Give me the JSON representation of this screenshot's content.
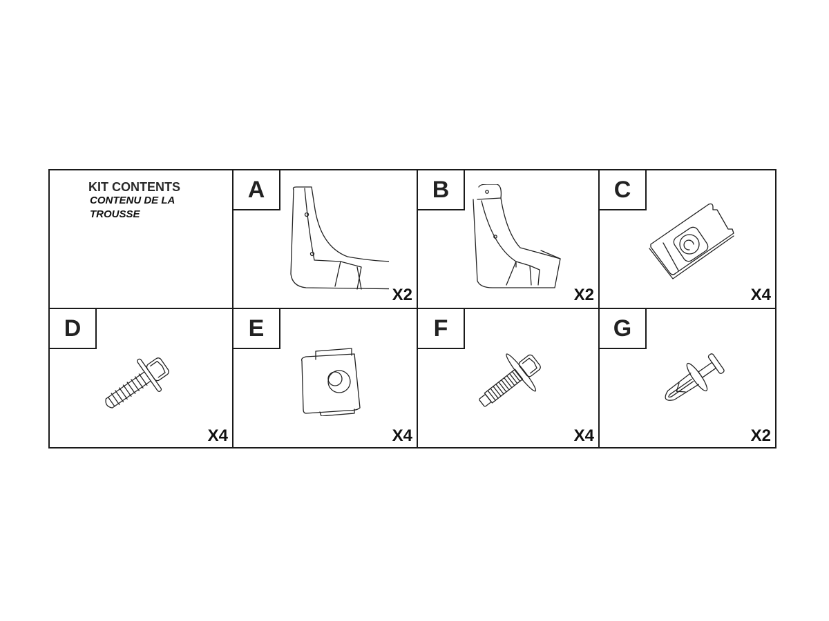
{
  "header": {
    "title": "KIT CONTENTS",
    "subtitle": "CONTENU DE LA TROUSSE"
  },
  "items": [
    {
      "letter": "A",
      "icon": "mud-flap-left-icon",
      "quantity": "X2"
    },
    {
      "letter": "B",
      "icon": "mud-flap-right-icon",
      "quantity": "X2"
    },
    {
      "letter": "C",
      "icon": "u-nut-clip-icon",
      "quantity": "X4"
    },
    {
      "letter": "D",
      "icon": "self-tapping-screw-icon",
      "quantity": "X4"
    },
    {
      "letter": "E",
      "icon": "speed-nut-icon",
      "quantity": "X4"
    },
    {
      "letter": "F",
      "icon": "flange-bolt-icon",
      "quantity": "X4"
    },
    {
      "letter": "G",
      "icon": "push-pin-retainer-icon",
      "quantity": "X2"
    }
  ]
}
